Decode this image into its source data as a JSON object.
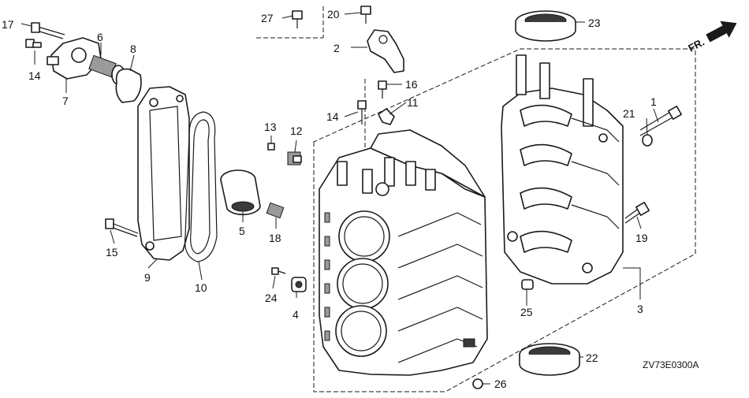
{
  "orientation": {
    "label": "FR."
  },
  "diagram_code": "ZV73E0300A",
  "callouts": [
    "1",
    "2",
    "3",
    "4",
    "5",
    "6",
    "7",
    "8",
    "9",
    "10",
    "11",
    "12",
    "13",
    "14",
    "14",
    "15",
    "16",
    "17",
    "18",
    "19",
    "20",
    "21",
    "22",
    "23",
    "24",
    "25",
    "26",
    "27"
  ],
  "colors": {
    "line": "#1a1a1a",
    "background": "#ffffff",
    "shade": "#9a9a9a"
  }
}
